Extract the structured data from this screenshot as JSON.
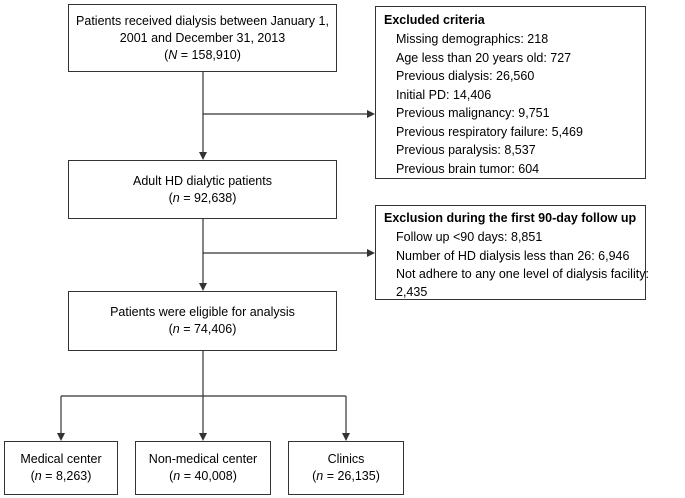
{
  "flow": {
    "start": {
      "line1": "Patients received dialysis between January 1,",
      "line2": "2001 and December 31, 2013",
      "n_symbol": "N",
      "n_value": " = 158,910"
    },
    "excluded": {
      "title": "Excluded criteria",
      "items": [
        "Missing demographics: 218",
        "Age less than 20 years old: 727",
        "Previous dialysis: 26,560",
        "Initial PD: 14,406",
        "Previous malignancy: 9,751",
        "Previous respiratory failure: 5,469",
        "Previous paralysis: 8,537",
        "Previous brain tumor: 604"
      ]
    },
    "adult_hd": {
      "label": "Adult HD dialytic patients",
      "n_symbol": "n",
      "n_value": " = 92,638"
    },
    "exclusion_90": {
      "title": "Exclusion during the first 90-day follow up",
      "items": [
        "Follow up <90 days: 8,851",
        "Number of HD dialysis less than 26: 6,946",
        "Not adhere to any one level of dialysis facility:",
        "2,435"
      ]
    },
    "eligible": {
      "label": "Patients were eligible for analysis",
      "n_symbol": "n",
      "n_value": " = 74,406"
    },
    "outcomes": [
      {
        "label": "Medical center",
        "n_symbol": "n",
        "n_value": " = 8,263"
      },
      {
        "label": "Non-medical center",
        "n_symbol": "n",
        "n_value": " = 40,008"
      },
      {
        "label": "Clinics",
        "n_symbol": "n",
        "n_value": " = 26,135"
      }
    ]
  }
}
